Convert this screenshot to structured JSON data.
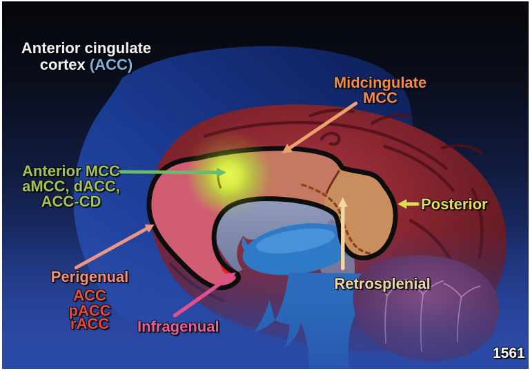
{
  "figure": {
    "title": {
      "line1": "Anterior cingulate",
      "line2_text": "cortex ",
      "line2_accent": "(ACC)"
    },
    "figure_number": "1561"
  },
  "labels": {
    "midcingulate": {
      "line1": "Midcingulate",
      "line2": "MCC"
    },
    "anterior_mcc": {
      "line1": "Anterior MCC",
      "line2": "aMCC, dACC,",
      "line3": "ACC-CD"
    },
    "posterior": {
      "text": "Posterior"
    },
    "perigenual": {
      "line1": "Perigenual",
      "line2": "ACC",
      "line3": "pACC",
      "line4": "rACC"
    },
    "infragenual": {
      "text": "Infragenual"
    },
    "retrosplenial": {
      "text": "Retrosplenial"
    }
  },
  "colors": {
    "background_top": "#050609",
    "background_bottom": "#2b4aa6",
    "silhouette_blue": "#1d3c96",
    "brain_red": "#8c2731",
    "band_outline": "#0d0d0d",
    "perigenual_band": "#d15d72",
    "midcingulate_band": "#c57862",
    "posterior_band": "#c98e5e",
    "glow_green": "#d9ee45",
    "infragenual_red": "#e8221f",
    "corpus_callosum": "#8793b3",
    "thalamus_blue": "#2e7ac6",
    "cerebellum_purple": "#6f4276",
    "arrow_midcingulate": "#efa070",
    "arrow_anterior_mcc": "#6cbb6c",
    "arrow_posterior": "#dedc55",
    "arrow_perigenual": "#ef9583",
    "arrow_infragenual": "#e0508c",
    "arrow_retrosplenial": "#f3d6a6",
    "text_title": "#f2f2f2",
    "text_acc_accent": "#85aed6",
    "text_midcingulate": "#ef8a50",
    "text_anterior_mcc": "#a4c255",
    "text_posterior": "#e3da5e",
    "text_perigenual": "#ef8f7c",
    "text_acc_red": "#e5503b",
    "text_infragenual": "#ec5f95",
    "text_retrosplenial": "#f2d5a5",
    "text_figure_number": "#ffffff"
  }
}
